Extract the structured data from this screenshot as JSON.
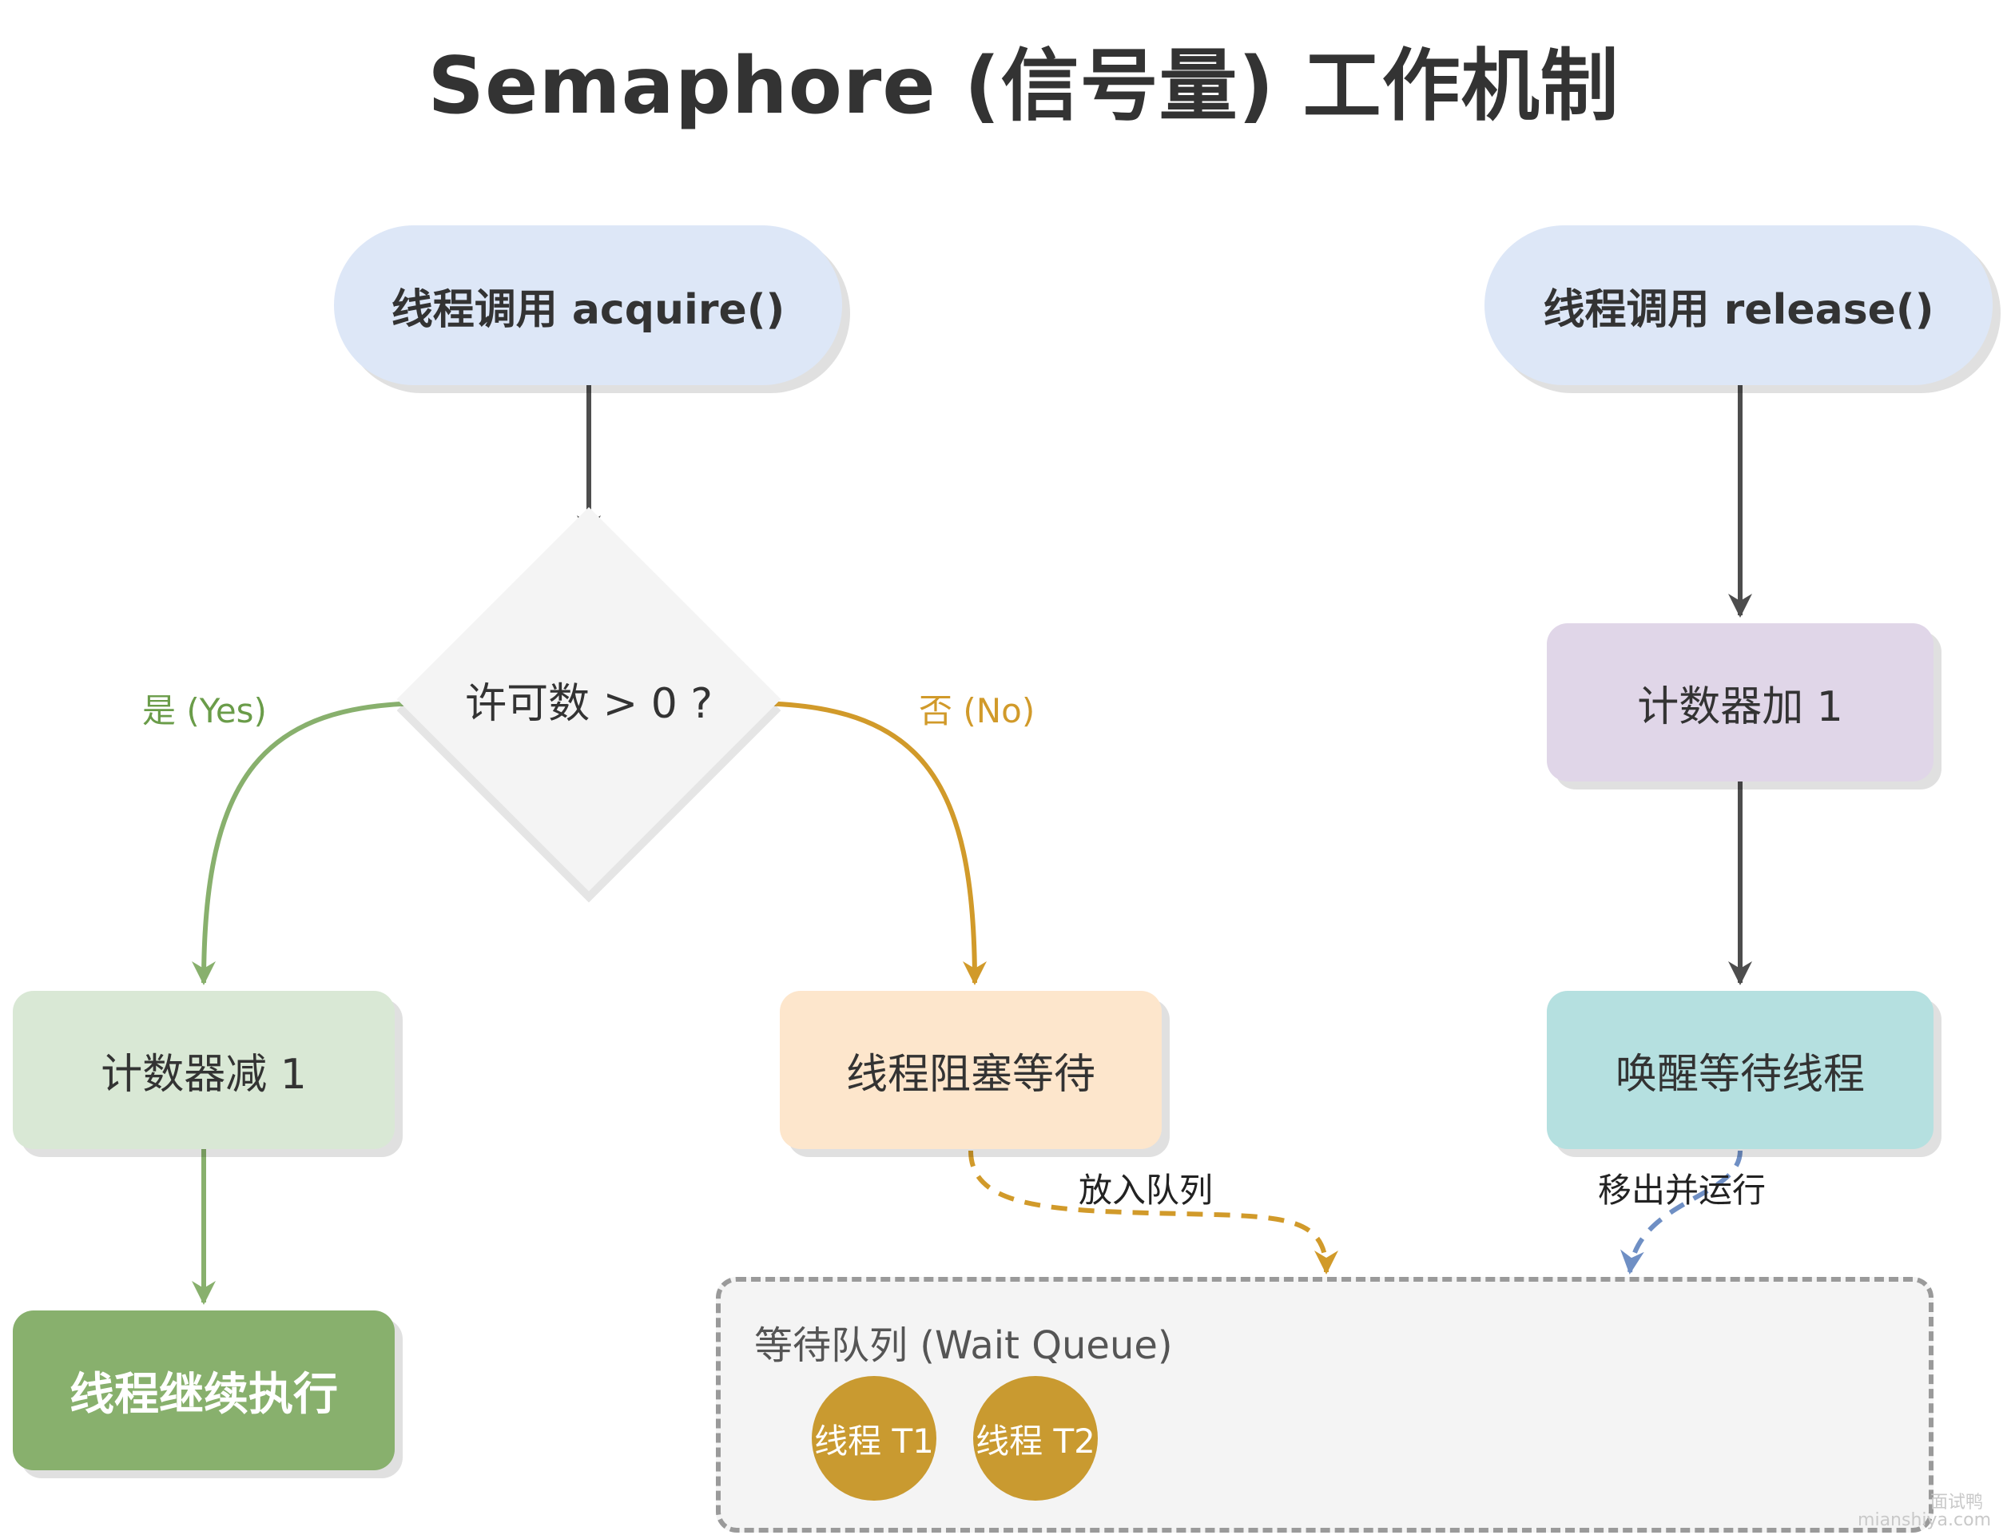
{
  "title": "Semaphore (信号量) 工作机制",
  "nodes": {
    "acquire": "线程调用 acquire()",
    "release": "线程调用 release()",
    "decision": "许可数 > 0 ?",
    "decrement": "计数器减 1",
    "block": "线程阻塞等待",
    "increment": "计数器加 1",
    "wake": "唤醒等待线程",
    "continue": "线程继续执行"
  },
  "edge_labels": {
    "yes": "是 (Yes)",
    "no": "否 (No)",
    "enqueue": "放入队列",
    "dequeue": "移出并运行"
  },
  "queue": {
    "label": "等待队列 (Wait Queue)",
    "threads": [
      "线程 T1",
      "线程 T2"
    ]
  },
  "watermark": {
    "line1": "面试鸭",
    "line2": "mianshiya.com"
  },
  "colors": {
    "arrow_dark": "#4d4d4d",
    "arrow_green": "#88b06d",
    "arrow_gold": "#d19a2a",
    "arrow_blue": "#6f8fc4"
  }
}
